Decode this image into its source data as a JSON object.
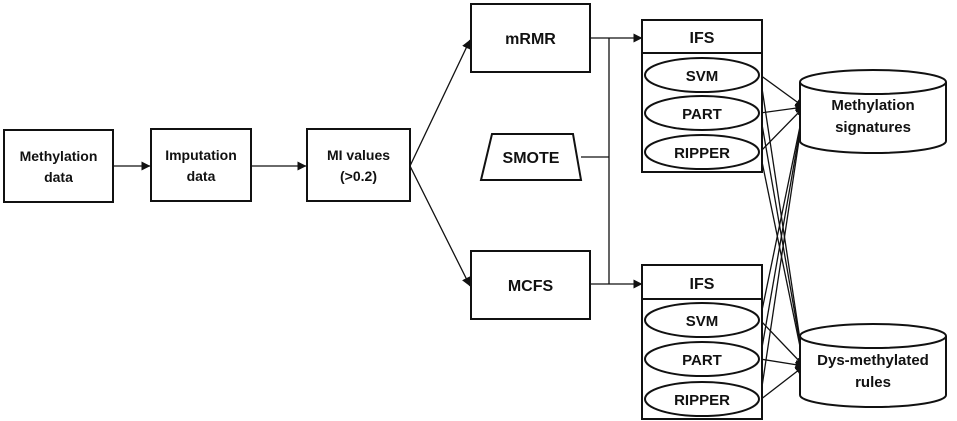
{
  "nodes": {
    "methylation_data": [
      "Methylation",
      "data"
    ],
    "imputation_data": [
      "Imputation",
      "data"
    ],
    "mi_values": [
      "MI values",
      "(>0.2)"
    ],
    "mrmr": "mRMR",
    "smote": "SMOTE",
    "mcfs": "MCFS",
    "ifs_top": {
      "title": "IFS",
      "classifiers": [
        "SVM",
        "PART",
        "RIPPER"
      ]
    },
    "ifs_bottom": {
      "title": "IFS",
      "classifiers": [
        "SVM",
        "PART",
        "RIPPER"
      ]
    },
    "methylation_signatures": [
      "Methylation",
      "signatures"
    ],
    "dys_methylated_rules": [
      "Dys-methylated",
      "rules"
    ]
  }
}
